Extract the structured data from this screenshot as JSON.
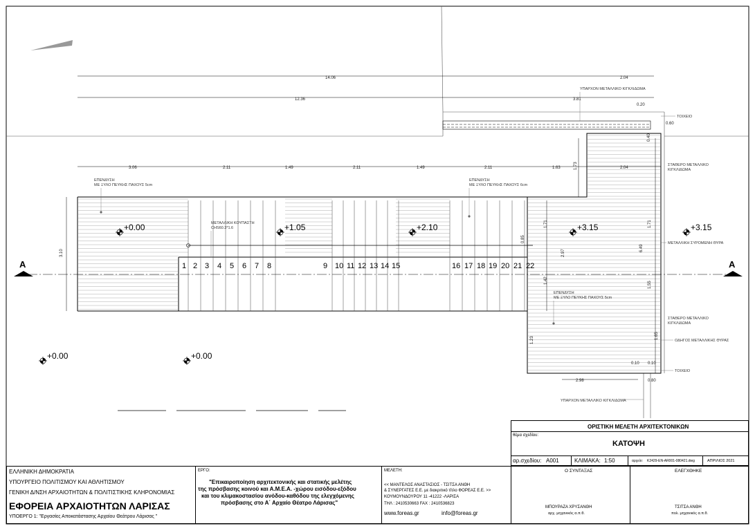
{
  "plan": {
    "dims": {
      "d1": "14.06",
      "d2": "2.04",
      "d3": "12.36",
      "d4": "3.81",
      "d5": "0.20",
      "d6": "0.60",
      "seg1": "3.06",
      "seg2": "2.11",
      "seg3": "1.49",
      "seg4": "2.11",
      "seg5": "1.49",
      "seg6": "2.11",
      "seg7": "1.63",
      "seg8": "2.04",
      "v1": "3.10",
      "v2": "1.73",
      "v3": "1.71",
      "v4": "1.71",
      "v5": "6.49",
      "v6": "1.55",
      "v7": "1.42",
      "v8": "1.65",
      "v9": "2.97",
      "v10": "1.23",
      "v11": "0.85",
      "b1": "2.98",
      "b2": "0.80",
      "b3": "0.40",
      "b4": "0.10",
      "b5": "0.10"
    },
    "levels": [
      "+0.00",
      "+1.05",
      "+2.10",
      "+3.15",
      "+3.15",
      "+0.00",
      "+0.00"
    ],
    "steps": [
      "1",
      "2",
      "3",
      "4",
      "5",
      "6",
      "7",
      "8",
      "9",
      "10",
      "11",
      "12",
      "13",
      "14",
      "15",
      "16",
      "17",
      "18",
      "19",
      "20",
      "21",
      "22"
    ],
    "section_mark": "A",
    "notes": {
      "deck1": "ΕΠΕΝΔΥΣΗ",
      "deck1b": "ΜΕ ΞΥΛΟ ΠΕΥΚΗΣ ΠΑΧΟΥΣ 5cm",
      "deck2": "ΕΠΕΝΔΥΣΗ",
      "deck2b": "ΜΕ ΞΥΛΟ ΠΕΥΚΗΣ ΠΑΧΟΥΣ 6cm",
      "deck3": "ΕΠΕΝΔΥΣΗ",
      "deck3b": "ΜΕ ΞΥΛΟ ΠΕΥΚΗΣ ΠΑΧΟΥΣ 5cm",
      "rail": "ΜΕΤΑΛΛΙΚΗ ΚΟΥΠΑΣΤΗ",
      "railb": "CHS60.3*1.6",
      "fence_top": "ΥΠΑΡΧΟΝ ΜΕΤΑΛΛΙΚΟ ΚΙΓΚΛΙΔΩΜΑ",
      "wall1": "ΤΟΙΧΕΙΟ",
      "fixed1": "ΣΤΑΘΕΡΟ ΜΕΤΑΛΛΙΚΟ",
      "fixed1b": "ΚΙΓΚΛΙΔΩΜΑ",
      "sliding": "ΜΕΤΑΛΛΙΚΗ ΣΥΡΟΜΕΝΗ ΘΥΡΑ",
      "fixed2": "ΣΤΑΘΕΡΟ ΜΕΤΑΛΛΙΚΟ",
      "fixed2b": "ΚΙΓΚΛΙΔΩΜΑ",
      "guide": "ΟΔΗΓΟΣ ΜΕΤΑΛΛΙΚΗΣ ΘΥΡΑΣ",
      "wall2": "ΤΟΙΧΕΙΟ",
      "fence_bot": "ΥΠΑΡΧΟΝ ΜΕΤΑΛΛΙΚΟ ΚΙΓΚΛΙΔΩΜΑ"
    }
  },
  "titleblock": {
    "study_type": "ΟΡΙΣΤΙΚΗ ΜΕΛΕΤΗ ΑΡΧΙΤΕΚΤΟΝΙΚΩΝ",
    "theme_label": "θέμα σχεδίου:",
    "theme": "ΚΑΤΟΨΗ",
    "sheet_label": "αρ.σχεδίου:",
    "sheet": "A001",
    "scale_label": "ΚΛΙΜΑΚΑ:",
    "scale": "1:50",
    "file_label": "αρχείο:",
    "file": "K2429-EN-AR001-080421.dwg",
    "date": "ΑΠΡΙΛΙΟΣ 2021",
    "org1": "ΕΛΛΗΝΙΚΗ ΔΗΜΟΚΡΑΤΙΑ",
    "org2": "ΥΠΟΥΡΓΕΙΟ ΠΟΛΙΤΙΣΜΟΥ ΚΑΙ ΑΘΛΗΤΙΣΜΟΥ",
    "org3": "ΓΕΝΙΚΗ Δ/ΝΣΗ ΑΡΧΑΙΟΤΗΤΩΝ & ΠΟΛΙΤΙΣΤΙΚΗΣ ΚΛΗΡΟΝΟΜΙΑΣ",
    "org4": "ΕΦΟΡΕΙΑ ΑΡΧΑΙΟΤΗΤΩΝ ΛΑΡΙΣΑΣ",
    "org5": "ΥΠΟΕΡΓΟ 1: \"Εργασίες Αποκατάστασης Αρχαίου Θεάτρου Λάρισας \"",
    "project_label": "ΕΡΓΟ:",
    "project1": "\"Επικαιροποίηση αρχιτεκτονικής και στατικής μελέτης",
    "project2": "της πρόσβασης κοινού και Α.Μ.Ε.Α. -χώρου εισόδου-εξόδου",
    "project3": "και του κλιμακοστασίου ανόδου-καθόδου της ελεγχόμενης",
    "project4": "πρόσβασης στο Α΄ Αρχαίο Θέατρο Λάρισας\"",
    "study_label": "ΜΕΛΕΤΗ:",
    "study1": "<< ΜΑΝΤΕΛΟΣ ΑΝΑΣΤΑΣΙΟΣ - ΤΣΙΤΣΑ ΑΝΘΗ",
    "study2": "& ΣΥΝΕΡΓΑΤΕΣ Ε.Ε. με διακριτικό τίτλο ΦΟΡΕΑΣ Ε.Ε. >>",
    "study3": "ΚΟΥΜΟΥΝΔΟΥΡΟΥ 11 -41222 -ΛΑΡΙΣΑ",
    "study4": "ΤΗΛ : 2410530663     FAX : 2410536823",
    "web": "www.foreas.gr",
    "mail": "info@foreas.gr",
    "author_label": "Ο ΣΥΝΤΑΞΑΣ",
    "author": "ΜΠΟΥΡΑΖΑ ΧΡΥΣΑΝΘΗ",
    "author_role": "αρχ. μηχανικός α.π.θ.",
    "checker_label": "ΕΛΕΓΧΘΗΚΕ",
    "checker": "ΤΣΙΤΣΑ ΑΝΘΗ",
    "checker_role": "πολ. μηχανικός α.π.θ."
  }
}
